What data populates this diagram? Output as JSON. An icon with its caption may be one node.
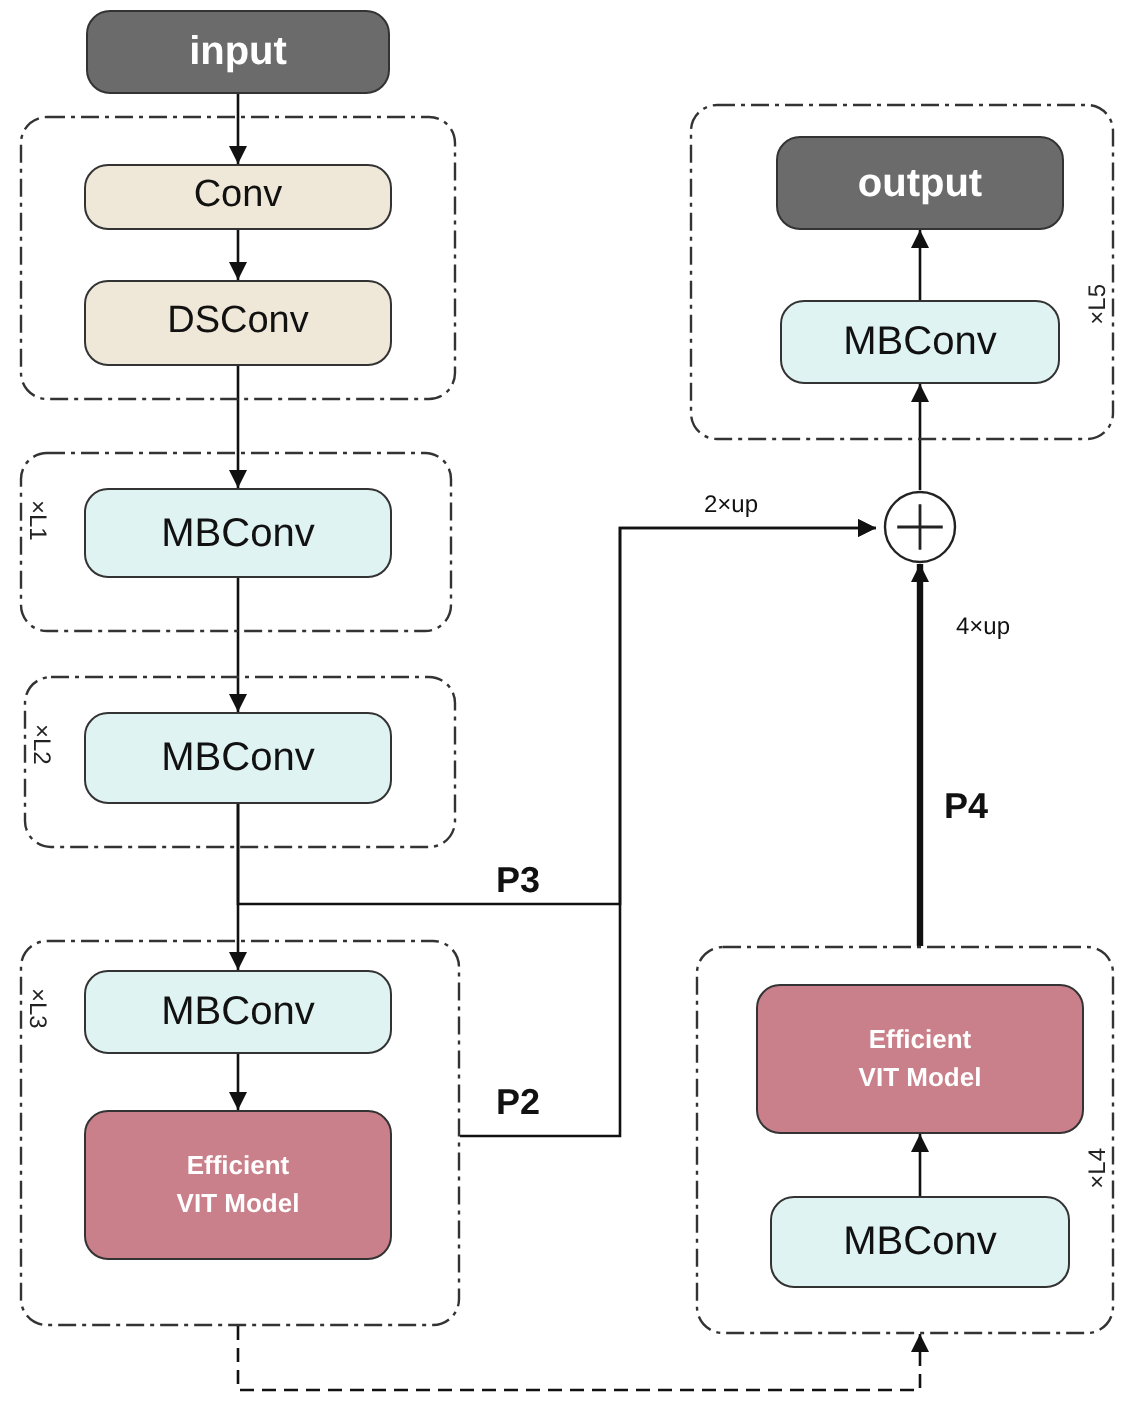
{
  "diagram": {
    "nodes": [
      {
        "text": [
          "input"
        ]
      },
      {
        "text": [],
        "shape": "box"
      },
      {
        "text": [
          "Conv"
        ],
        "in": 1
      },
      {
        "text": [
          "DSConv"
        ],
        "in": 1
      },
      {
        "text": [
          "×L1"
        ]
      },
      {
        "text": [
          "MBConv"
        ],
        "in": 4
      },
      {
        "text": [
          "×L2"
        ]
      },
      {
        "text": [
          "MBConv"
        ],
        "in": 6
      },
      {
        "text": [
          "×L3"
        ]
      },
      {
        "text": [
          "MBConv"
        ],
        "in": 8
      },
      {
        "text": [
          "Efficient VIT Model"
        ],
        "in": 8
      },
      {
        "text": [
          "×L4"
        ]
      },
      {
        "text": [
          "Efficient VIT Model"
        ],
        "in": 11
      },
      {
        "text": [
          "MBConv"
        ],
        "in": 11
      },
      {
        "text": [
          "×L5"
        ]
      },
      {
        "text": [
          "output"
        ],
        "in": 14
      },
      {
        "text": [
          "MBConv"
        ],
        "in": 14
      },
      {
        "text": [],
        "shape": "circle"
      }
    ],
    "edges": [
      {
        "from": 0,
        "to": 2,
        "arrow": "to"
      },
      {
        "from": 2,
        "to": 3,
        "arrow": "to"
      },
      {
        "from": 3,
        "to": 5,
        "arrow": "to"
      },
      {
        "from": 5,
        "to": 7,
        "arrow": "to"
      },
      {
        "from": 7,
        "to": 9,
        "arrow": "to"
      },
      {
        "from": 9,
        "to": 10,
        "arrow": "to"
      },
      {
        "from": 7,
        "to": 17,
        "arrow": "to",
        "label": "P3"
      },
      {
        "from": 8,
        "to": 17,
        "arrow": "to",
        "label": "P2"
      },
      {
        "from": 11,
        "to": 17,
        "arrow": "to",
        "label": "P4",
        "style": "thick"
      },
      {
        "from": 17,
        "to": 16,
        "arrow": "to"
      },
      {
        "from": 16,
        "to": 15,
        "arrow": "to"
      },
      {
        "from": 13,
        "to": 12,
        "arrow": "to"
      },
      {
        "from": 8,
        "to": 11,
        "arrow": "to",
        "style": "dashed"
      }
    ],
    "labels": [
      "2×up",
      "4×up"
    ]
  }
}
